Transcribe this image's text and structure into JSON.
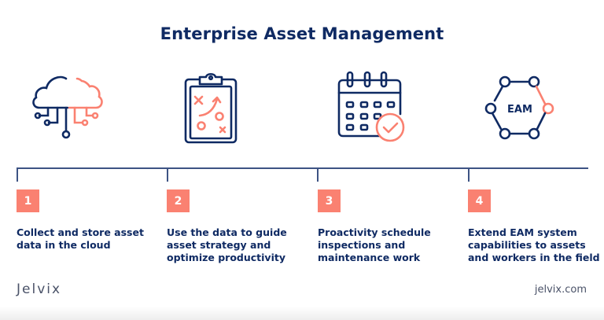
{
  "title": "Enterprise Asset Management",
  "colors": {
    "navy": "#0f2a63",
    "coral": "#fa8171",
    "line": "#3d5384"
  },
  "steps": [
    {
      "number": "1",
      "icon": "cloud-network-icon",
      "text": "Collect and store asset data in the cloud"
    },
    {
      "number": "2",
      "icon": "clipboard-strategy-icon",
      "text": "Use the data to guide asset strategy and optimize productivity"
    },
    {
      "number": "3",
      "icon": "calendar-check-icon",
      "text": "Proactivity schedule inspections and maintenance work"
    },
    {
      "number": "4",
      "icon": "eam-network-icon",
      "icon_label": "EAM",
      "text": "Extend EAM system capabilities to assets and workers in the field"
    }
  ],
  "footer": {
    "logo": "Jelvix",
    "website": "jelvix.com"
  }
}
